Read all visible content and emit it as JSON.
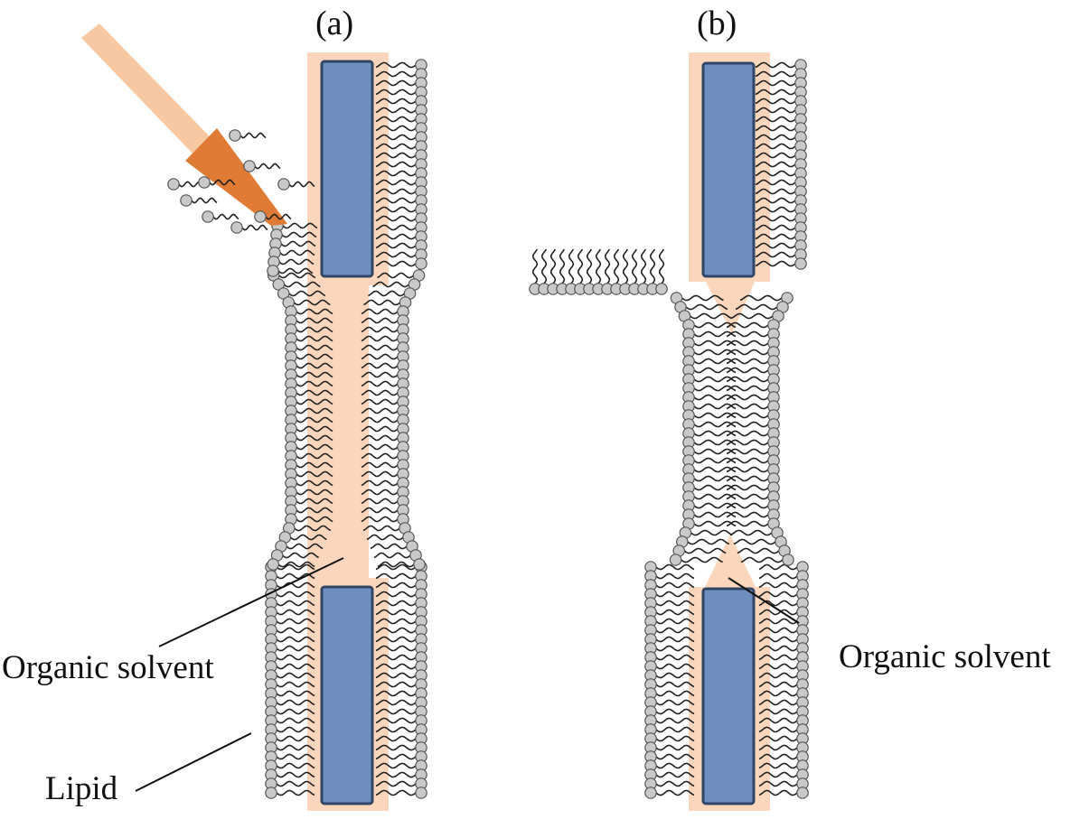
{
  "figure": {
    "panels": [
      {
        "id": "a",
        "label": "(a)",
        "callout": "Organic solvent"
      },
      {
        "id": "b",
        "label": "(b)",
        "callout": "Organic solvent"
      }
    ],
    "extra_callout": "Lipid"
  },
  "colors": {
    "solvent": "#fbd6bd",
    "brush_stick": "#f8c8a2",
    "brush_head": "#e07b35",
    "electrode": "#6e8fbd",
    "electrode_edge": "#2f4666",
    "lipid_head": "#c9c9c9",
    "lipid_head_edge": "#555555",
    "lipid_tail": "#222222",
    "leader_line": "#111111"
  }
}
